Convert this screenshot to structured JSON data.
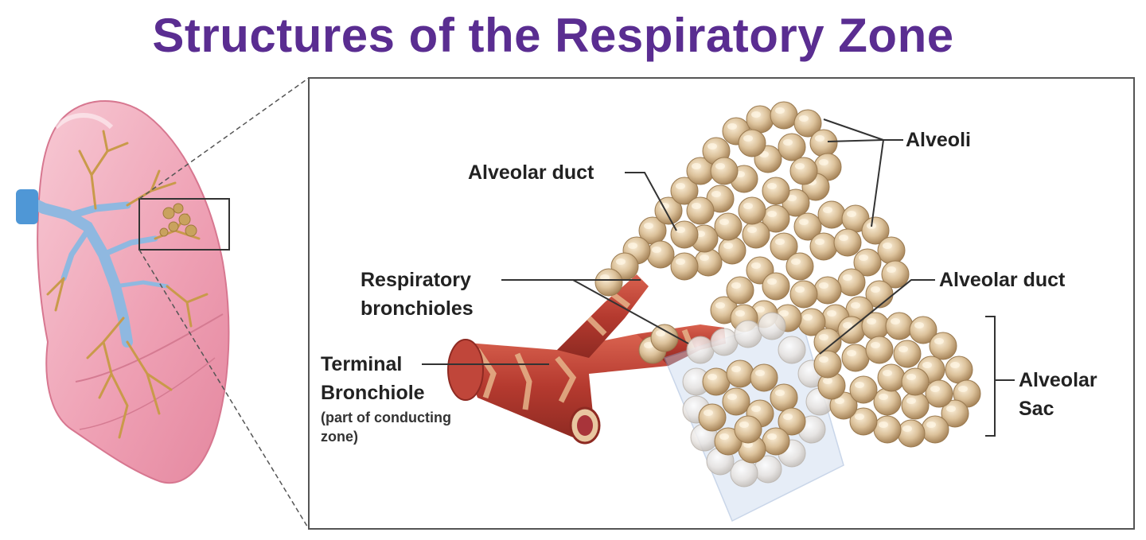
{
  "title": "Structures of the Respiratory Zone",
  "labels": {
    "alveoli": "Alveoli",
    "alveolar_duct_top": "Alveolar duct",
    "alveolar_duct_right": "Alveolar duct",
    "respiratory_bronchioles_line1": "Respiratory",
    "respiratory_bronchioles_line2": "bronchioles",
    "terminal_line1": "Terminal",
    "terminal_line2": "Bronchiole",
    "terminal_note_line1": "(part of conducting",
    "terminal_note_line2": "zone)",
    "alveolar_sac_line1": "Alveolar",
    "alveolar_sac_line2": "Sac"
  },
  "colors": {
    "title": "#5a2d91",
    "lung": "#f2b3c4",
    "bronchi": "#8fb8e0",
    "alveoli": "#d9bf97",
    "bronchiole": "#c8443a"
  }
}
